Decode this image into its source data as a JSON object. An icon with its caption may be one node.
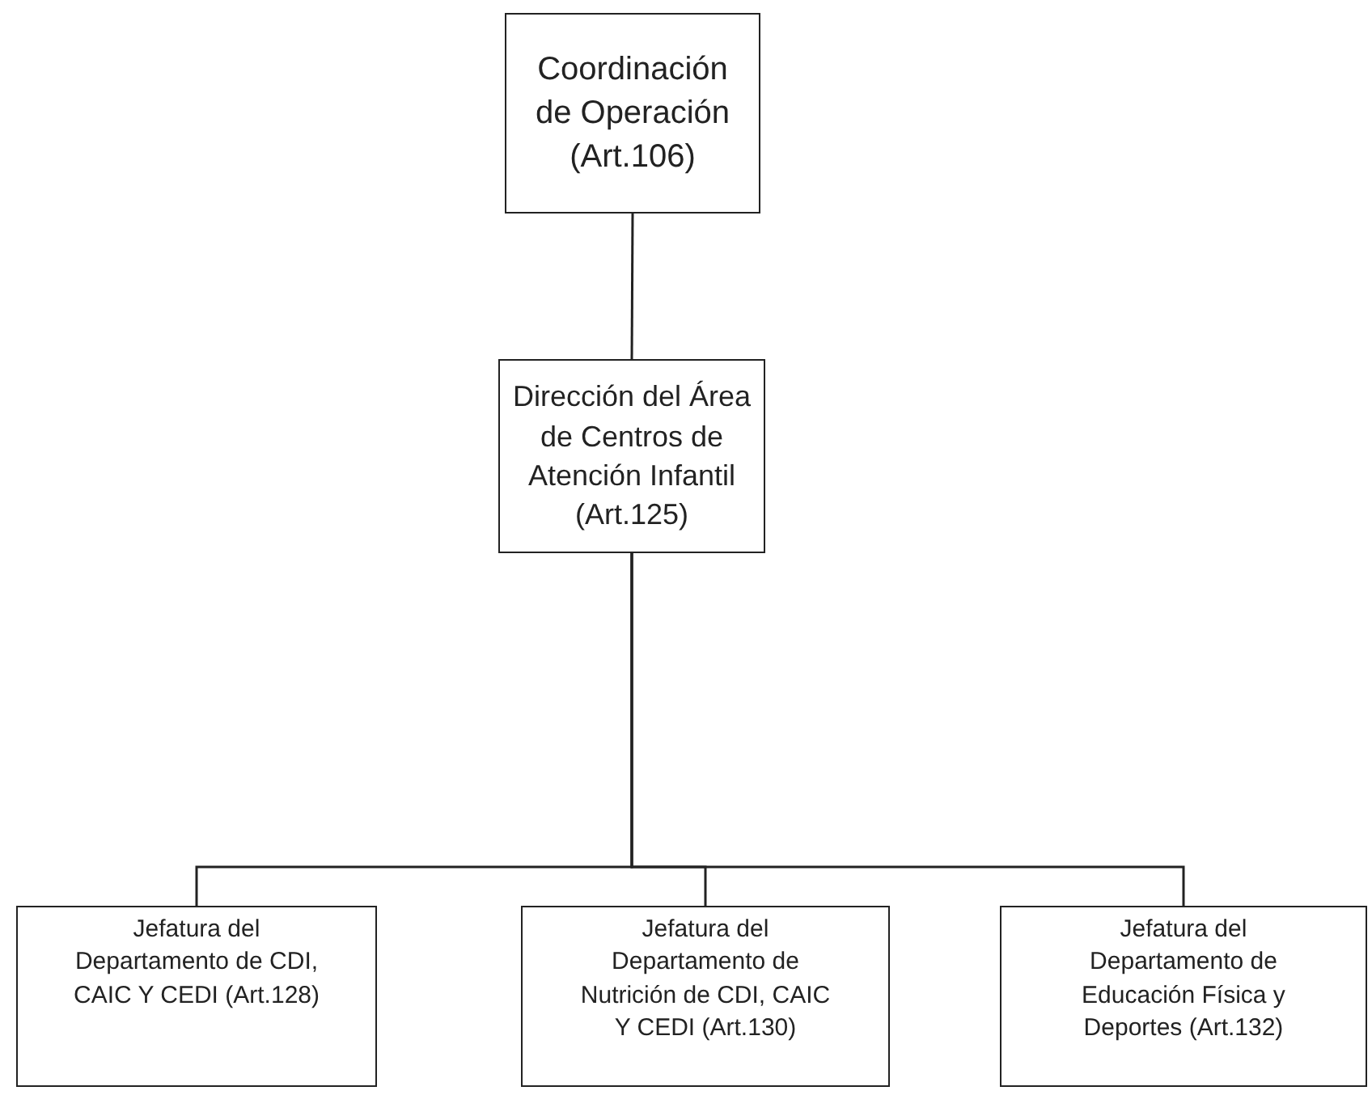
{
  "diagram": {
    "nodes": [
      {
        "text": [
          "Coordinación de Operación (Art.106)"
        ]
      },
      {
        "text": [
          "Dirección del Área de Centros de Atención Infantil (Art.125)"
        ]
      },
      {
        "text": [
          "Jefatura del Departamento de CDI, CAIC Y CEDI (Art.128)"
        ]
      },
      {
        "text": [
          "Jefatura del Departamento de Nutrición de CDI, CAIC Y CEDI (Art.130)"
        ]
      },
      {
        "text": [
          "Jefatura del Departamento de Educación Física y Deportes (Art.132)"
        ]
      }
    ],
    "edges": [
      {
        "from": 0,
        "to": 1,
        "arrow": "none"
      },
      {
        "from": 1,
        "to": 2,
        "arrow": "none"
      },
      {
        "from": 1,
        "to": 3,
        "arrow": "none"
      },
      {
        "from": 1,
        "to": 4,
        "arrow": "none"
      }
    ]
  }
}
